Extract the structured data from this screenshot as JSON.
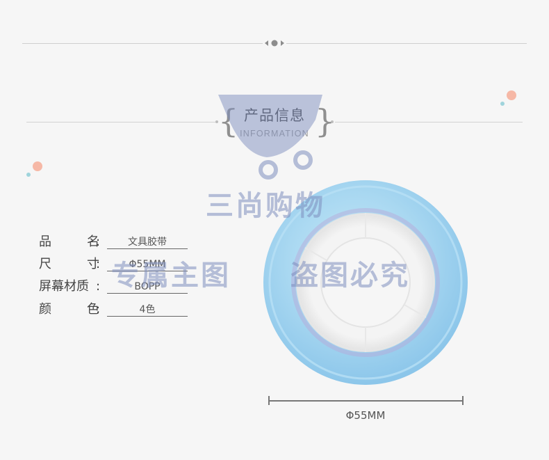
{
  "section_header": {
    "title": "产品信息",
    "subtitle": "INFORMATION"
  },
  "specs": [
    {
      "label": "品名",
      "value": "文具胶带"
    },
    {
      "label": "尺寸",
      "value": "Φ55MM"
    },
    {
      "label": "屏幕材质",
      "value": "BOPP"
    },
    {
      "label": "颜色",
      "value": "4色"
    }
  ],
  "spec_colon": ":",
  "dimension_label": "Φ55MM",
  "watermark": {
    "brand": "三尚购物",
    "left_text": "专属主图",
    "right_text": "盗图必究"
  },
  "icons": {
    "top_ornament": "diamond-ornament-icon",
    "watermark_logo": "shopping-cart-icon"
  },
  "colors": {
    "background": "#f6f6f6",
    "tape_blue": "#a9d8f1",
    "core_white": "#f3f3f3",
    "accent_pink": "#f6b8a6",
    "accent_teal": "#9fd4dc",
    "watermark": "#7d8ebd"
  }
}
